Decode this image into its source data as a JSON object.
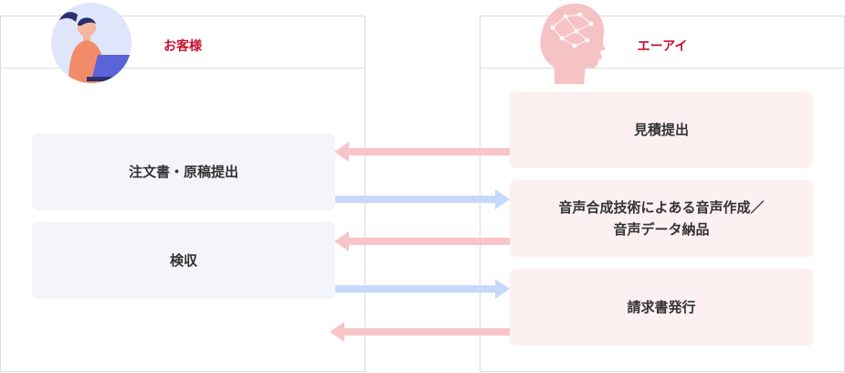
{
  "colors": {
    "accent_red": "#c8102e",
    "customer_box": "#f3f5fb",
    "ai_box": "#fdf0f1",
    "arrow_pink": "#f8c4c8",
    "arrow_blue": "#c6d8fb"
  },
  "left": {
    "title": "お客様",
    "icon": "customer-laptop-icon",
    "boxes": [
      {
        "label": "注文書・原稿提出"
      },
      {
        "label": "検収"
      }
    ]
  },
  "right": {
    "title": "エーアイ",
    "icon": "ai-brain-head-icon",
    "boxes": [
      {
        "label": "見積提出"
      },
      {
        "label": "音声合成技術によある音声作成／\n音声データ納品"
      },
      {
        "label": "請求書発行"
      }
    ]
  },
  "arrows": [
    {
      "direction": "left",
      "color": "pink"
    },
    {
      "direction": "right",
      "color": "blue"
    },
    {
      "direction": "left",
      "color": "pink"
    },
    {
      "direction": "right",
      "color": "blue"
    },
    {
      "direction": "left",
      "color": "pink"
    }
  ]
}
